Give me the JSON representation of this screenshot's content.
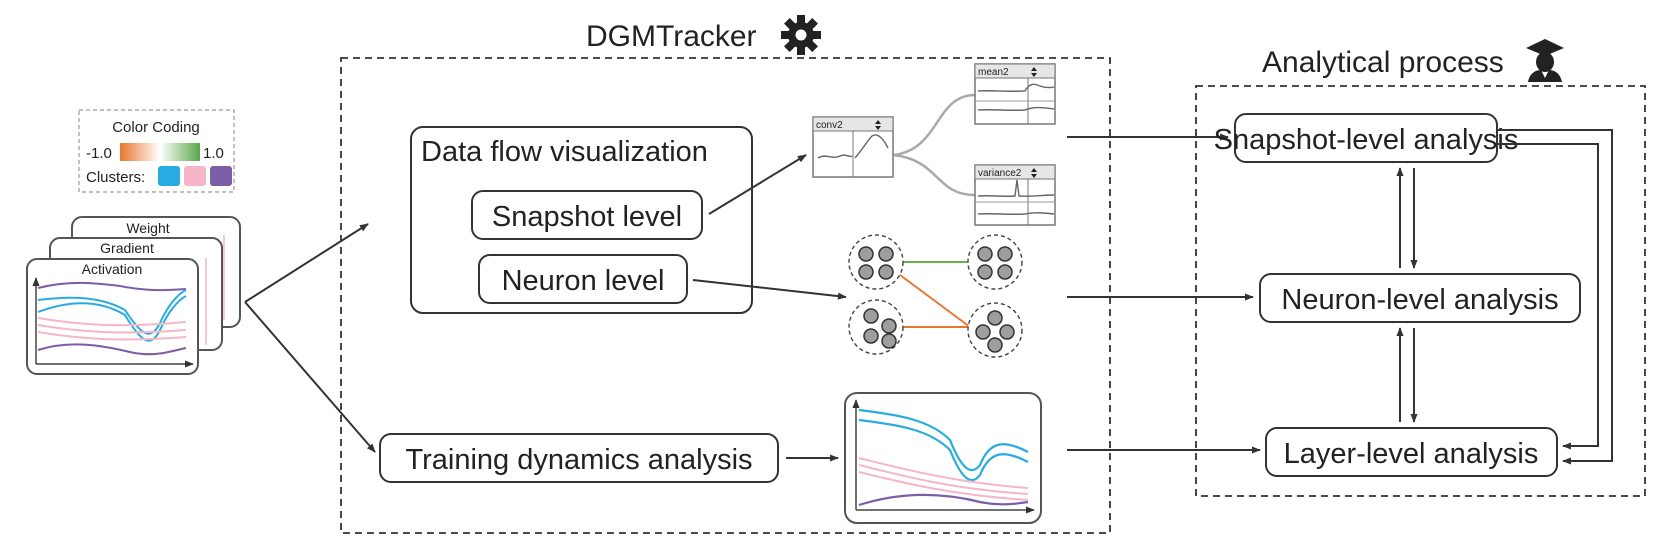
{
  "tracker": {
    "title": "DGMTracker",
    "icon": "gear-icon"
  },
  "process": {
    "title": "Analytical process",
    "icon": "analyst-icon"
  },
  "legend": {
    "title": "Color Coding",
    "min_label": "-1.0",
    "max_label": "1.0",
    "clusters_label": "Clusters:",
    "cluster_colors": [
      "#29abe2",
      "#f4b6c8",
      "#7b5ea7"
    ],
    "gradient_colors": [
      "#e8772e",
      "#ffffff",
      "#5aa74a"
    ]
  },
  "input_cards": {
    "weight": "Weight",
    "gradient": "Gradient",
    "activation": "Activation"
  },
  "dataflow": {
    "title": "Data flow visualization",
    "snapshot_level": "Snapshot level",
    "neuron_level": "Neuron level"
  },
  "snapshot_nodes": {
    "conv": "conv2",
    "mean": "mean2",
    "variance": "variance2"
  },
  "training": {
    "title": "Training dynamics analysis"
  },
  "analysis": {
    "snapshot": "Snapshot-level analysis",
    "neuron": "Neuron-level analysis",
    "layer": "Layer-level analysis"
  },
  "colors": {
    "blue": "#29abe2",
    "pink": "#f4b6c8",
    "purple": "#7b5ea7",
    "green": "#6cb347",
    "orange": "#e8772e",
    "node_fill": "#9e9e9e"
  }
}
